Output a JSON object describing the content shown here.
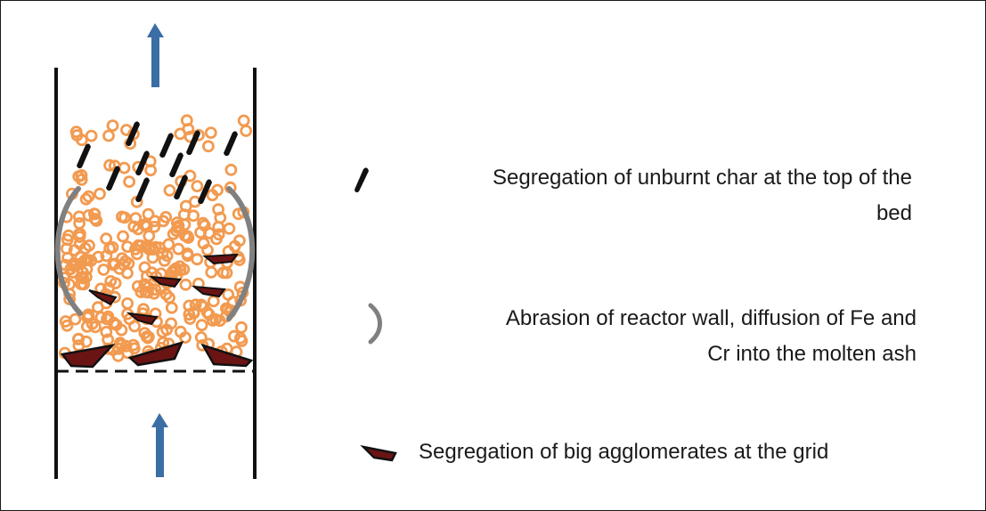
{
  "legend": [
    {
      "icon": "char-particle-icon",
      "lines": [
        "Segregation of unburnt char at the top of the",
        "bed"
      ]
    },
    {
      "icon": "wall-abrasion-icon",
      "lines": [
        "Abrasion of reactor wall, diffusion of Fe and",
        "Cr into the molten ash"
      ]
    },
    {
      "icon": "agglomerate-icon",
      "lines": [
        "Segregation of big agglomerates at the grid"
      ]
    }
  ],
  "colors": {
    "bed_particle": "#f29a50",
    "char": "#111111",
    "agglomerate_fill": "#6b1414",
    "wall_abrasion": "#808080",
    "gas_flow_arrow": "#3a6ea5",
    "reactor_wall": "#111111"
  }
}
